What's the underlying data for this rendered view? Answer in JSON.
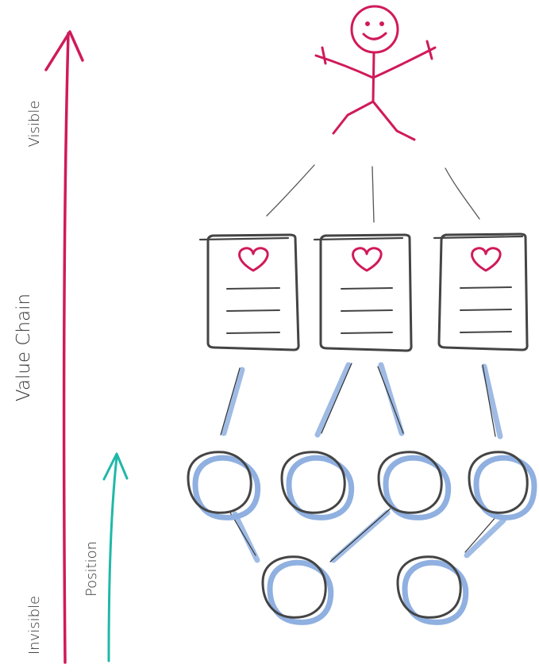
{
  "labels": {
    "value_chain": "Value Chain",
    "visible": "Visible",
    "invisible": "Invisible",
    "position": "Position"
  },
  "colors": {
    "visibility_axis": "#d01a5a",
    "position_axis": "#1fb8a8",
    "ink": "#444444",
    "heart": "#d01a5a",
    "shadow": "#8fb0e0"
  },
  "icons": {
    "user": "stick-figure-icon",
    "need": "heart-icon",
    "component": "circle-node"
  }
}
